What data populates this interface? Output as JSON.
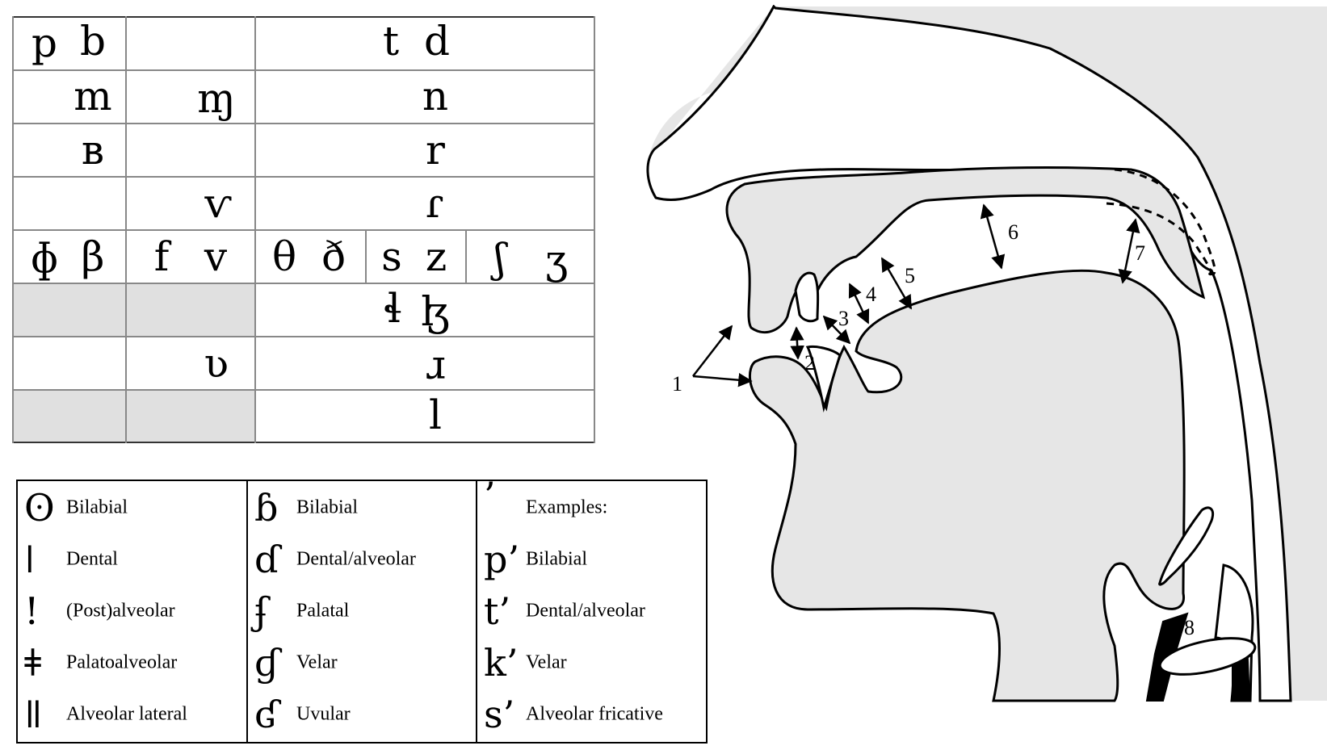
{
  "grid": {
    "cells": [
      {
        "id": "p",
        "text": "p"
      },
      {
        "id": "b",
        "text": "b"
      },
      {
        "id": "t",
        "text": "t"
      },
      {
        "id": "d",
        "text": "d"
      },
      {
        "id": "m",
        "text": "m"
      },
      {
        "id": "mj",
        "text": "ɱ"
      },
      {
        "id": "n",
        "text": "n"
      },
      {
        "id": "B",
        "text": "ʙ"
      },
      {
        "id": "r",
        "text": "r"
      },
      {
        "id": "vflap",
        "text": "ⱱ"
      },
      {
        "id": "flap",
        "text": "ɾ"
      },
      {
        "id": "phi",
        "text": "ɸ"
      },
      {
        "id": "beta",
        "text": "β"
      },
      {
        "id": "f",
        "text": "f"
      },
      {
        "id": "v",
        "text": "v"
      },
      {
        "id": "theta",
        "text": "θ"
      },
      {
        "id": "eth",
        "text": "ð"
      },
      {
        "id": "s",
        "text": "s"
      },
      {
        "id": "z",
        "text": "z"
      },
      {
        "id": "esh",
        "text": "ʃ"
      },
      {
        "id": "ezh",
        "text": "ʒ"
      },
      {
        "id": "lbelt",
        "text": "ɬ"
      },
      {
        "id": "lezh",
        "text": "ɮ"
      },
      {
        "id": "vscr",
        "text": "ʋ"
      },
      {
        "id": "rturn",
        "text": "ɹ"
      },
      {
        "id": "l",
        "text": "l"
      }
    ]
  },
  "legend": {
    "clicks": [
      {
        "symbol": "ʘ",
        "label": "Bilabial"
      },
      {
        "symbol": "ǀ",
        "label": "Dental"
      },
      {
        "symbol": "!",
        "label": "(Post)alveolar"
      },
      {
        "symbol": "ǂ",
        "label": "Palatoalveolar"
      },
      {
        "symbol": "ǁ",
        "label": "Alveolar lateral"
      }
    ],
    "implosives": [
      {
        "symbol": "ɓ",
        "label": "Bilabial"
      },
      {
        "symbol": "ɗ",
        "label": "Dental/alveolar"
      },
      {
        "symbol": "ʄ",
        "label": "Palatal"
      },
      {
        "symbol": "ɠ",
        "label": "Velar"
      },
      {
        "symbol": "ʛ",
        "label": "Uvular"
      }
    ],
    "ejectives": [
      {
        "symbol": "’",
        "label": "Examples:"
      },
      {
        "symbol": "p’",
        "label": "Bilabial"
      },
      {
        "symbol": "t’",
        "label": "Dental/alveolar"
      },
      {
        "symbol": "k’",
        "label": "Velar"
      },
      {
        "symbol": "s’",
        "label": "Alveolar fricative"
      }
    ]
  },
  "vocal_tract": {
    "labels": [
      "1",
      "2",
      "3",
      "4",
      "5",
      "6",
      "7",
      "8"
    ]
  }
}
